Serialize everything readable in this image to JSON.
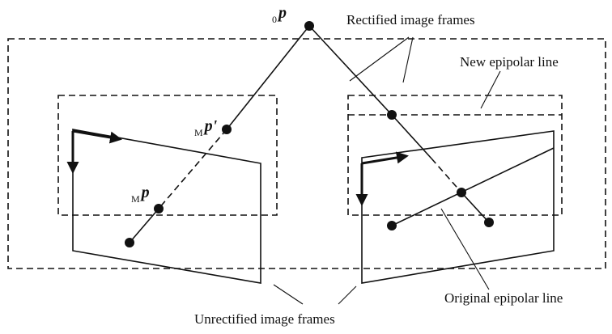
{
  "labels": {
    "rectified": "Rectified image frames",
    "new_epipolar": "New epipolar line",
    "original_epipolar": "Original epipolar line",
    "unrectified": "Unrectified image frames"
  },
  "points": {
    "p0": {
      "sub": "0",
      "main": "p"
    },
    "pm_prime": {
      "sub": "M",
      "main": "p'"
    },
    "pm": {
      "sub": "M",
      "main": "p"
    }
  }
}
